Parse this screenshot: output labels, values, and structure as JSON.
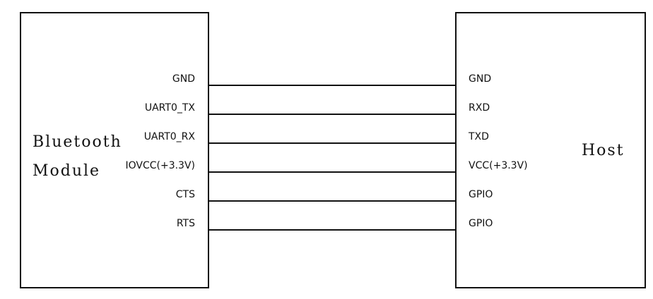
{
  "module": {
    "title_lines": [
      "Bluetooth",
      "Module"
    ]
  },
  "host": {
    "title": "Host"
  },
  "connections": [
    {
      "module_pin": "GND",
      "host_pin": "GND"
    },
    {
      "module_pin": "UART0_TX",
      "host_pin": "RXD"
    },
    {
      "module_pin": "UART0_RX",
      "host_pin": "TXD"
    },
    {
      "module_pin": "IOVCC(+3.3V)",
      "host_pin": "VCC(+3.3V)"
    },
    {
      "module_pin": "CTS",
      "host_pin": "GPIO"
    },
    {
      "module_pin": "RTS",
      "host_pin": "GPIO"
    }
  ]
}
